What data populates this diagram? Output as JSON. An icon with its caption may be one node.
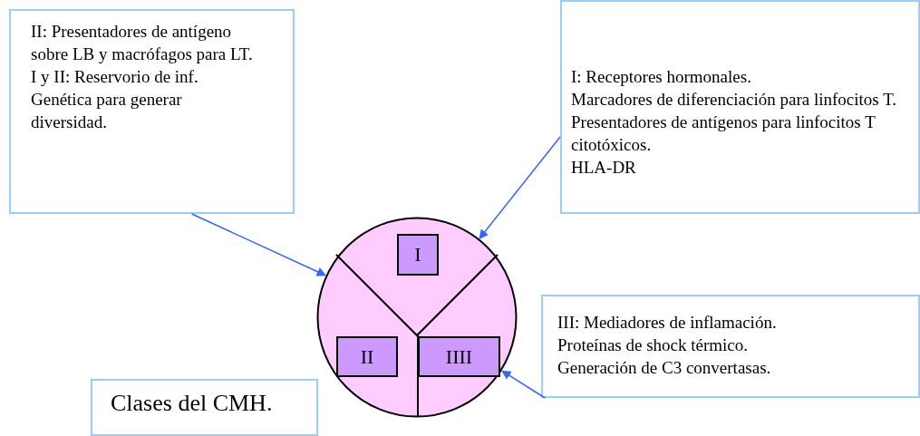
{
  "diagram": {
    "nodes": [
      {
        "text": [
          "II: Presentadores de antígeno sobre LB y macrófagos para LT.",
          "I y II: Reservorio de inf. Genética para generar diversidad."
        ]
      },
      {
        "text": [
          "I: Receptores hormonales.",
          "Marcadores de diferenciación para linfocitos T.",
          "Presentadores de antígenos para linfocitos T citotóxicos.",
          "HLA-DR"
        ]
      },
      {
        "text": [],
        "shape": "circle"
      },
      {
        "text": [
          "I"
        ],
        "in": 2
      },
      {
        "text": [
          "II"
        ],
        "in": 2
      },
      {
        "text": [
          "IIII"
        ],
        "in": 2
      },
      {
        "text": [
          "III: Mediadores de inflamación.",
          "Proteínas de shock térmico.",
          "Generación de C3 convertasas."
        ]
      },
      {
        "text": [
          "Clases del CMH."
        ]
      }
    ],
    "edges": [
      {
        "from": 0,
        "to": 2,
        "arrow": "to"
      },
      {
        "from": 1,
        "to": 2,
        "arrow": "to"
      },
      {
        "from": 6,
        "to": 2,
        "arrow": "to"
      }
    ]
  }
}
